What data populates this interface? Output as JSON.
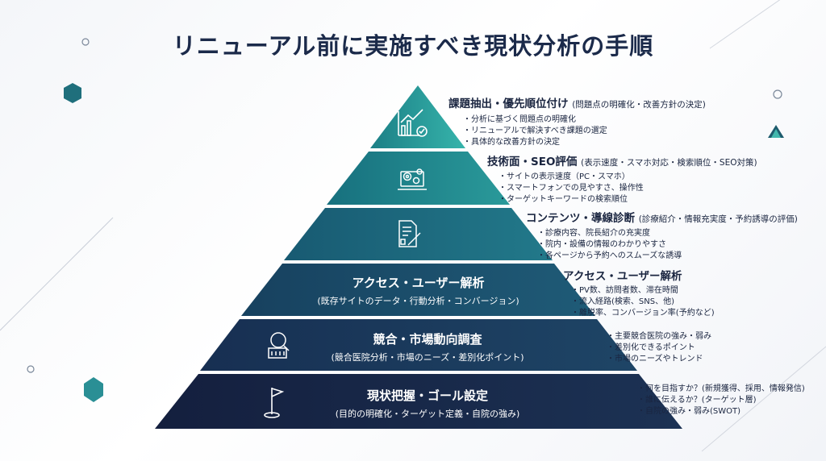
{
  "title": "リニューアル前に実施すべき現状分析の手順",
  "colors": {
    "layer1": "#2aa5a0",
    "layer2": "#1f8c93",
    "layer3": "#1f6b7f",
    "layer4": "#1e4f6c",
    "layer5": "#1c3b5c",
    "layer6": "#192b4b"
  },
  "layers": [
    {
      "icon": "chart-check-icon",
      "head": "課題抽出・優先順位付け",
      "head_paren": "(問題点の明確化・改善方針の決定)",
      "bullets": [
        "分析に基づく問題点の明確化",
        "リニューアルで解決すべき課題の選定",
        "具体的な改善方針の決定"
      ]
    },
    {
      "icon": "laptop-gear-icon",
      "head": "技術面・SEO評価",
      "head_paren": "(表示速度・スマホ対応・検索順位・SEO対策)",
      "bullets": [
        "サイトの表示速度（PC・スマホ）",
        "スマートフォンでの見やすさ、操作性",
        "ターゲットキーワードの検索順位"
      ]
    },
    {
      "icon": "document-edit-icon",
      "head": "コンテンツ・導線診断",
      "head_paren": "(診療紹介・情報充実度・予約誘導の評価)",
      "bullets": [
        "診療内容、院長紹介の充実度",
        "院内・設備の情報のわかりやすさ",
        "各ページから予約へのスムーズな誘導"
      ]
    },
    {
      "main": "アクセス・ユーザー解析",
      "sub": "(既存サイトのデータ・行動分析・コンバージョン)",
      "head": "アクセス・ユーザー解析",
      "bullets": [
        "PV数、訪問者数、滞在時間",
        "流入経路(検索、SNS、他)",
        "離脱率、コンバージョン率(予約など)"
      ]
    },
    {
      "icon": "magnifier-building-icon",
      "main": "競合・市場動向調査",
      "sub": "(競合医院分析・市場のニーズ・差別化ポイント)",
      "bullets": [
        "主要競合医院の強み・弱み",
        "差別化できるポイント",
        "市場のニーズやトレンド"
      ]
    },
    {
      "icon": "flag-icon",
      "main": "現状把握・ゴール設定",
      "sub": "(目的の明確化・ターゲット定義・自院の強み)",
      "bullets": [
        "何を目指すか？(新規獲得、採用、情報発信)",
        "誰に伝えるか？(ターゲット層)",
        "自院の強み・弱み(SWOT)"
      ]
    }
  ]
}
